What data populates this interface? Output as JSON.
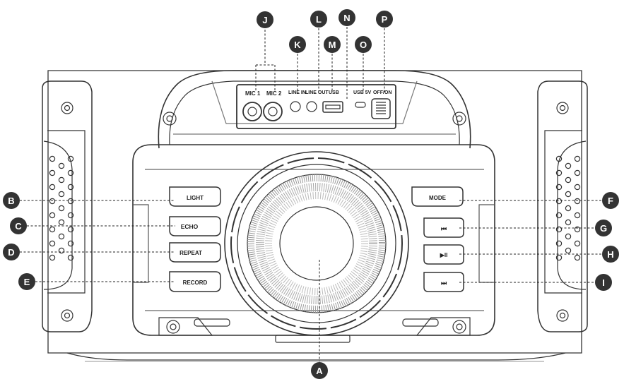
{
  "callouts": {
    "A": "A",
    "B": "B",
    "C": "C",
    "D": "D",
    "E": "E",
    "F": "F",
    "G": "G",
    "H": "H",
    "I": "I",
    "J": "J",
    "K": "K",
    "L": "L",
    "M": "M",
    "N": "N",
    "O": "O",
    "P": "P"
  },
  "left_buttons": {
    "light": "LIGHT",
    "echo": "ECHO",
    "repeat": "REPEAT",
    "record": "RECORD"
  },
  "right_buttons": {
    "mode": "MODE",
    "prev": "⏮",
    "play_pause": "▶II",
    "next": "⏭"
  },
  "top_panel": {
    "mic1": "MIC  1",
    "mic2": "MIC  2",
    "line_in": "LINE IN",
    "line_out": "LINE OUT",
    "usb": "USB",
    "usb_5v": "USB 5V",
    "off_on": "OFF/ON"
  }
}
